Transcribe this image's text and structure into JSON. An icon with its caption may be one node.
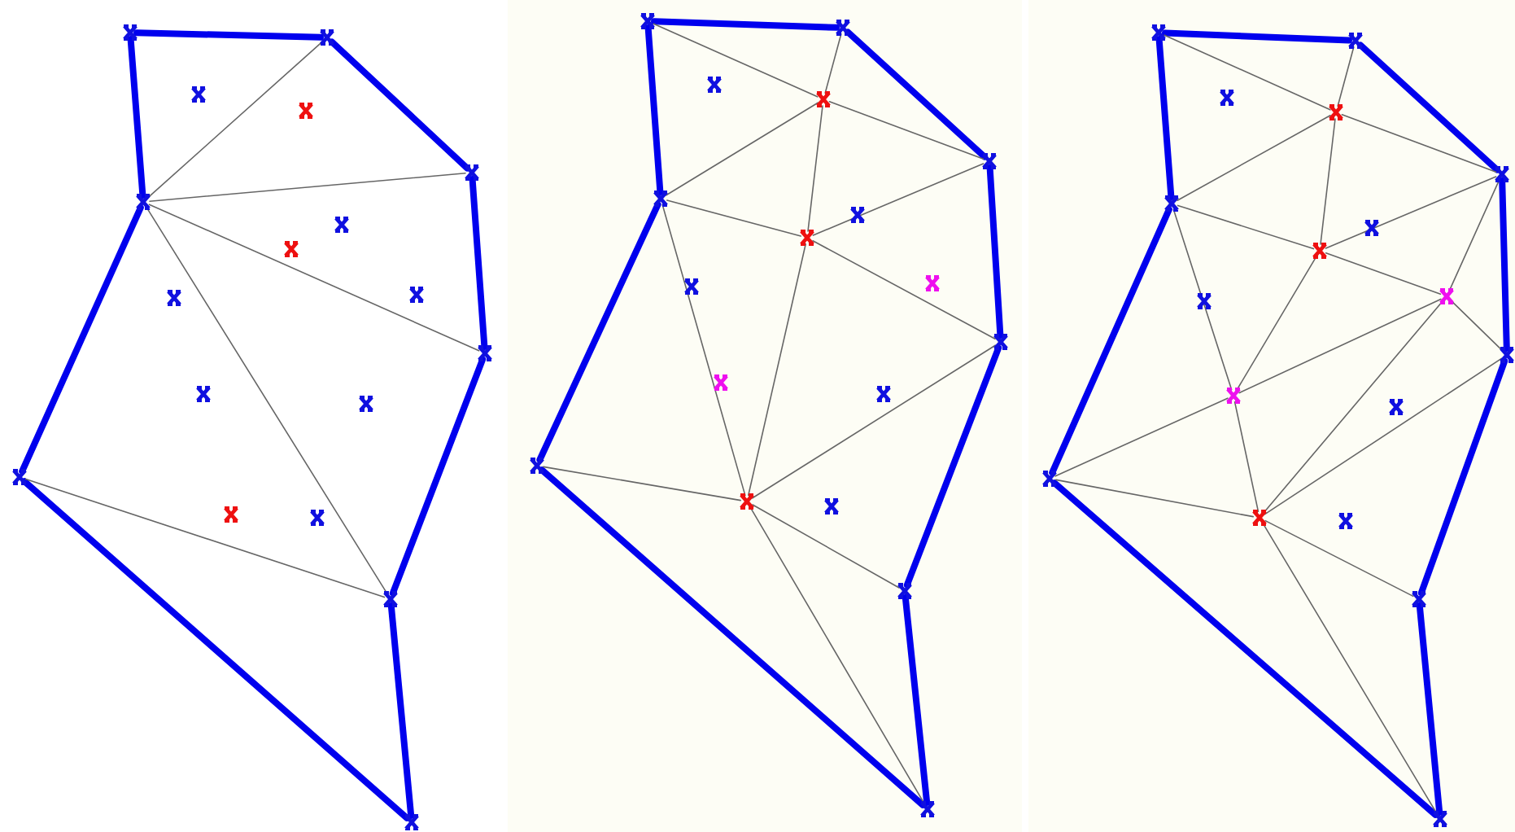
{
  "diagram": {
    "nodes": [
      {
        "text": [],
        "shape": "cross"
      },
      {
        "text": [],
        "shape": "cross"
      },
      {
        "text": [],
        "shape": "cross"
      },
      {
        "text": [],
        "shape": "cross"
      },
      {
        "text": [],
        "shape": "cross"
      },
      {
        "text": [],
        "shape": "cross"
      },
      {
        "text": [],
        "shape": "cross"
      },
      {
        "text": [],
        "shape": "cross"
      },
      {
        "text": [],
        "shape": "cross"
      },
      {
        "text": [],
        "shape": "cross"
      },
      {
        "text": [],
        "shape": "cross"
      },
      {
        "text": [],
        "shape": "cross"
      },
      {
        "text": [],
        "shape": "cross"
      },
      {
        "text": [],
        "shape": "cross"
      },
      {
        "text": [],
        "shape": "cross"
      },
      {
        "text": [],
        "shape": "cross"
      },
      {
        "text": [],
        "shape": "cross"
      },
      {
        "text": [],
        "shape": "cross"
      },
      {
        "text": [],
        "shape": "cross"
      },
      {
        "text": [],
        "shape": "cross"
      },
      {
        "text": [],
        "shape": "cross"
      },
      {
        "text": [],
        "shape": "cross"
      },
      {
        "text": [],
        "shape": "cross"
      },
      {
        "text": [],
        "shape": "cross"
      },
      {
        "text": [],
        "shape": "cross"
      },
      {
        "text": [],
        "shape": "cross"
      },
      {
        "text": [],
        "shape": "cross"
      },
      {
        "text": [],
        "shape": "cross"
      },
      {
        "text": [],
        "shape": "cross"
      },
      {
        "text": [],
        "shape": "cross"
      },
      {
        "text": [],
        "shape": "cross"
      },
      {
        "text": [],
        "shape": "cross"
      },
      {
        "text": [],
        "shape": "cross"
      },
      {
        "text": [],
        "shape": "cross"
      },
      {
        "text": [],
        "shape": "cross"
      },
      {
        "text": [],
        "shape": "cross"
      },
      {
        "text": [],
        "shape": "cross"
      },
      {
        "text": [],
        "shape": "cross"
      },
      {
        "text": [],
        "shape": "cross"
      },
      {
        "text": [],
        "shape": "cross"
      },
      {
        "text": [],
        "shape": "cross"
      },
      {
        "text": [],
        "shape": "cross"
      },
      {
        "text": [],
        "shape": "cross"
      },
      {
        "text": [],
        "shape": "cross"
      },
      {
        "text": [],
        "shape": "cross"
      },
      {
        "text": [],
        "shape": "cross"
      },
      {
        "text": [],
        "shape": "cross"
      },
      {
        "text": [],
        "shape": "cross"
      },
      {
        "text": [],
        "shape": "cross"
      },
      {
        "text": [],
        "shape": "cross"
      },
      {
        "text": [],
        "shape": "cross"
      },
      {
        "text": [],
        "shape": "cross"
      },
      {
        "text": [],
        "shape": "cross"
      },
      {
        "text": [],
        "shape": "cross"
      }
    ],
    "edges": [
      {
        "from": 0,
        "to": 1,
        "arrow": "none",
        "style": "thick",
        "color": "#0000ee"
      },
      {
        "from": 1,
        "to": 4,
        "arrow": "none",
        "style": "thick",
        "color": "#0000ee"
      },
      {
        "from": 4,
        "to": 10,
        "arrow": "none",
        "style": "thick",
        "color": "#0000ee"
      },
      {
        "from": 10,
        "to": 16,
        "arrow": "none",
        "style": "thick",
        "color": "#0000ee"
      },
      {
        "from": 16,
        "to": 17,
        "arrow": "none",
        "style": "thick",
        "color": "#0000ee"
      },
      {
        "from": 17,
        "to": 13,
        "arrow": "none",
        "style": "thick",
        "color": "#0000ee"
      },
      {
        "from": 13,
        "to": 5,
        "arrow": "none",
        "style": "thick",
        "color": "#0000ee"
      },
      {
        "from": 5,
        "to": 0,
        "arrow": "none",
        "style": "thick",
        "color": "#0000ee"
      },
      {
        "from": 5,
        "to": 1,
        "arrow": "none"
      },
      {
        "from": 5,
        "to": 4,
        "arrow": "none"
      },
      {
        "from": 5,
        "to": 10,
        "arrow": "none"
      },
      {
        "from": 5,
        "to": 16,
        "arrow": "none"
      },
      {
        "from": 13,
        "to": 16,
        "arrow": "none"
      },
      {
        "from": 18,
        "to": 19,
        "arrow": "none",
        "style": "thick",
        "color": "#0000ee"
      },
      {
        "from": 19,
        "to": 22,
        "arrow": "none",
        "style": "thick",
        "color": "#0000ee"
      },
      {
        "from": 22,
        "to": 28,
        "arrow": "none",
        "style": "thick",
        "color": "#0000ee"
      },
      {
        "from": 28,
        "to": 34,
        "arrow": "none",
        "style": "thick",
        "color": "#0000ee"
      },
      {
        "from": 34,
        "to": 35,
        "arrow": "none",
        "style": "thick",
        "color": "#0000ee"
      },
      {
        "from": 35,
        "to": 31,
        "arrow": "none",
        "style": "thick",
        "color": "#0000ee"
      },
      {
        "from": 31,
        "to": 23,
        "arrow": "none",
        "style": "thick",
        "color": "#0000ee"
      },
      {
        "from": 23,
        "to": 18,
        "arrow": "none",
        "style": "thick",
        "color": "#0000ee"
      },
      {
        "from": 18,
        "to": 21,
        "arrow": "none"
      },
      {
        "from": 21,
        "to": 22,
        "arrow": "none"
      },
      {
        "from": 19,
        "to": 21,
        "arrow": "none"
      },
      {
        "from": 21,
        "to": 23,
        "arrow": "none"
      },
      {
        "from": 21,
        "to": 25,
        "arrow": "none"
      },
      {
        "from": 23,
        "to": 25,
        "arrow": "none"
      },
      {
        "from": 25,
        "to": 22,
        "arrow": "none"
      },
      {
        "from": 25,
        "to": 28,
        "arrow": "none"
      },
      {
        "from": 25,
        "to": 32,
        "arrow": "none"
      },
      {
        "from": 23,
        "to": 32,
        "arrow": "none"
      },
      {
        "from": 31,
        "to": 32,
        "arrow": "none"
      },
      {
        "from": 32,
        "to": 28,
        "arrow": "none"
      },
      {
        "from": 32,
        "to": 34,
        "arrow": "none"
      },
      {
        "from": 32,
        "to": 35,
        "arrow": "none"
      },
      {
        "from": 36,
        "to": 37,
        "arrow": "none",
        "style": "thick",
        "color": "#0000ee"
      },
      {
        "from": 37,
        "to": 40,
        "arrow": "none",
        "style": "thick",
        "color": "#0000ee"
      },
      {
        "from": 40,
        "to": 46,
        "arrow": "none",
        "style": "thick",
        "color": "#0000ee"
      },
      {
        "from": 46,
        "to": 52,
        "arrow": "none",
        "style": "thick",
        "color": "#0000ee"
      },
      {
        "from": 52,
        "to": 53,
        "arrow": "none",
        "style": "thick",
        "color": "#0000ee"
      },
      {
        "from": 53,
        "to": 49,
        "arrow": "none",
        "style": "thick",
        "color": "#0000ee"
      },
      {
        "from": 49,
        "to": 41,
        "arrow": "none",
        "style": "thick",
        "color": "#0000ee"
      },
      {
        "from": 41,
        "to": 36,
        "arrow": "none",
        "style": "thick",
        "color": "#0000ee"
      },
      {
        "from": 36,
        "to": 39,
        "arrow": "none"
      },
      {
        "from": 39,
        "to": 37,
        "arrow": "none"
      },
      {
        "from": 39,
        "to": 40,
        "arrow": "none"
      },
      {
        "from": 41,
        "to": 39,
        "arrow": "none"
      },
      {
        "from": 39,
        "to": 43,
        "arrow": "none"
      },
      {
        "from": 41,
        "to": 43,
        "arrow": "none"
      },
      {
        "from": 43,
        "to": 40,
        "arrow": "none"
      },
      {
        "from": 43,
        "to": 44,
        "arrow": "none"
      },
      {
        "from": 44,
        "to": 40,
        "arrow": "none"
      },
      {
        "from": 44,
        "to": 46,
        "arrow": "none"
      },
      {
        "from": 46,
        "to": 50,
        "arrow": "none"
      },
      {
        "from": 44,
        "to": 50,
        "arrow": "none"
      },
      {
        "from": 44,
        "to": 47,
        "arrow": "none"
      },
      {
        "from": 43,
        "to": 47,
        "arrow": "none"
      },
      {
        "from": 41,
        "to": 47,
        "arrow": "none"
      },
      {
        "from": 47,
        "to": 49,
        "arrow": "none"
      },
      {
        "from": 47,
        "to": 50,
        "arrow": "none"
      },
      {
        "from": 49,
        "to": 50,
        "arrow": "none"
      },
      {
        "from": 50,
        "to": 52,
        "arrow": "none"
      },
      {
        "from": 50,
        "to": 53,
        "arrow": "none"
      }
    ]
  }
}
